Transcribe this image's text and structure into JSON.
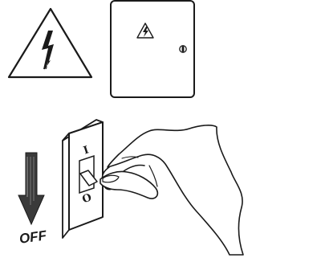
{
  "illustration": {
    "labels": {
      "switch_on_symbol": "I",
      "switch_off_symbol": "O",
      "direction_label": "OFF"
    },
    "icons": {
      "warning": "high-voltage-warning-icon",
      "panel_warning": "small-high-voltage-warning-icon",
      "panel_lock": "keyhole-icon",
      "arrow": "down-arrow-icon",
      "hand": "hand-icon"
    },
    "colors": {
      "stroke": "#1a1a1a",
      "arrow_fill": "#3a3a3a"
    }
  }
}
